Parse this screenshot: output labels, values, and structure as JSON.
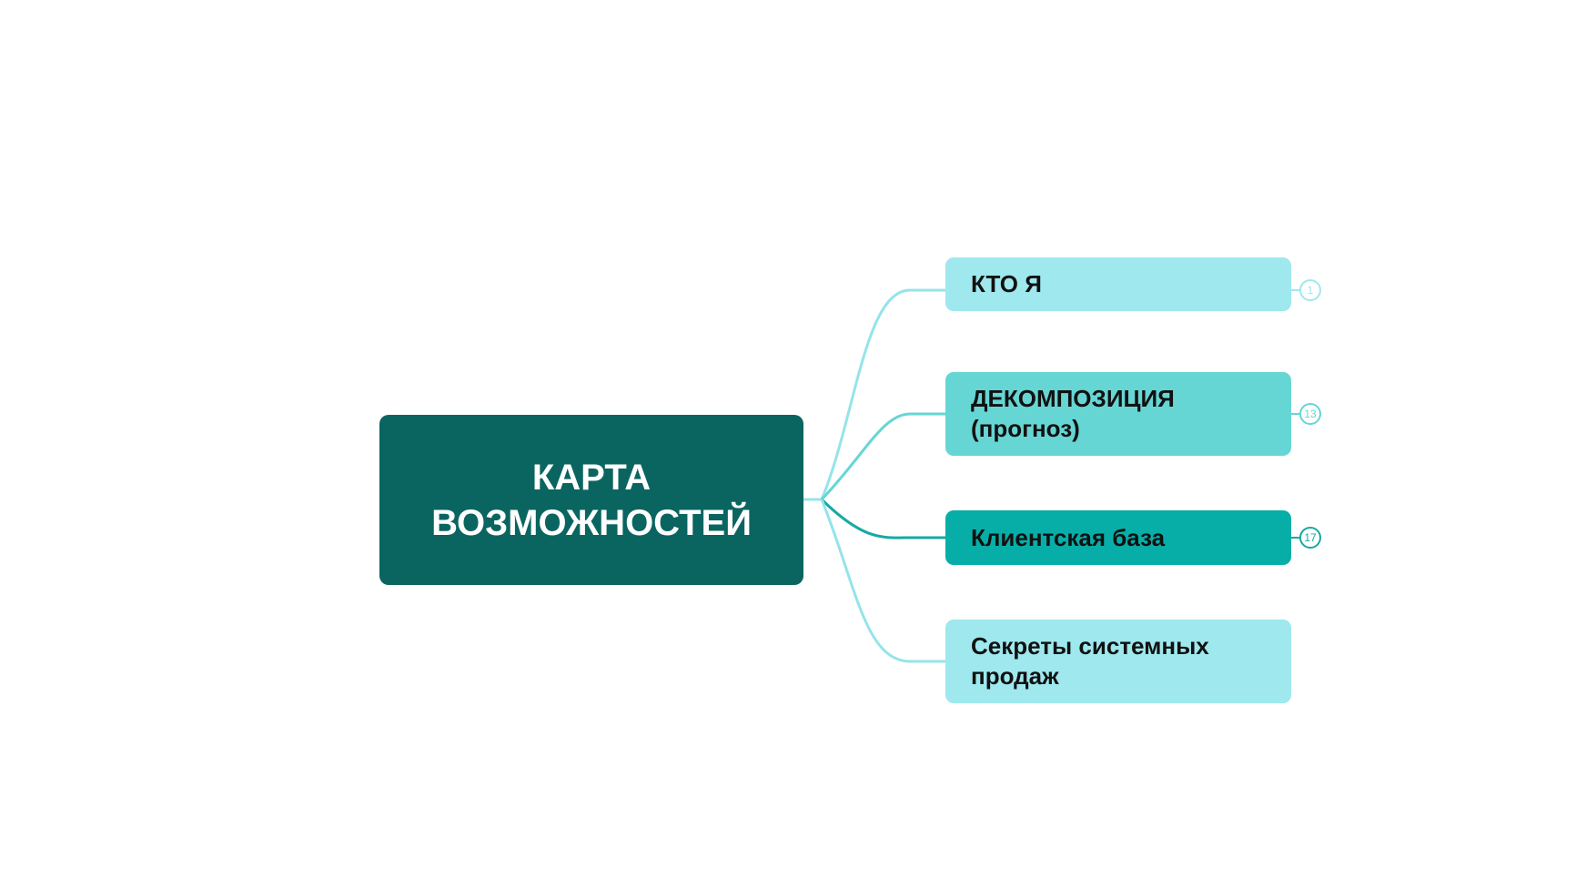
{
  "root": {
    "line1": "КАРТА",
    "line2": "ВОЗМОЖНОСТЕЙ",
    "color": "#0a6561"
  },
  "children": [
    {
      "line1": "КТО Я",
      "line2": "",
      "badge": "1",
      "fill": "#9ee8ee",
      "line": "#94e4ea",
      "badge_color": "#9ee8ee"
    },
    {
      "line1": "ДЕКОМПОЗИЦИЯ",
      "line2": "(прогноз)",
      "badge": "13",
      "fill": "#66d6d4",
      "line": "#66d6d4",
      "badge_color": "#66d6d4"
    },
    {
      "line1": "Клиентская база",
      "line2": "",
      "badge": "17",
      "fill": "#07aea8",
      "line": "#17a9a3",
      "badge_color": "#17a9a3"
    },
    {
      "line1": "Секреты системных",
      "line2": "продаж",
      "badge": "",
      "fill": "#9ee8ee",
      "line": "#94e4ea",
      "badge_color": ""
    }
  ]
}
